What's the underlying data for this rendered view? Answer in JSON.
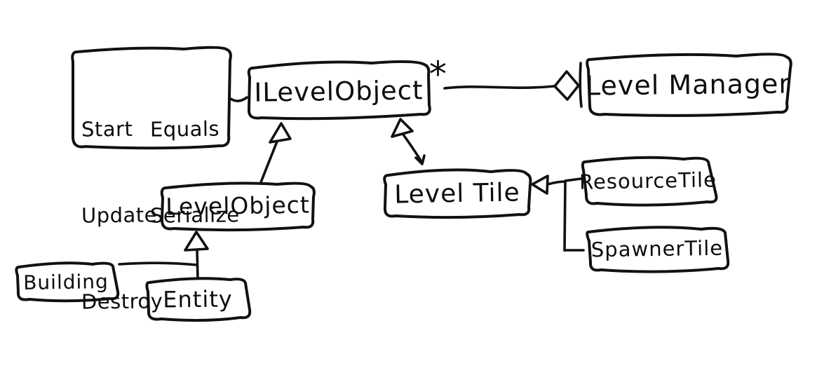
{
  "diagram": {
    "methods_note": {
      "column1": [
        "Start",
        "Update",
        "Destroy"
      ],
      "column2": [
        "Equals",
        "Serialize"
      ]
    },
    "nodes": {
      "ilevelobject": {
        "label": "ILevelObject"
      },
      "levelmanager": {
        "label": "Level Manager"
      },
      "levelobject": {
        "label": "LevelObject"
      },
      "leveltile": {
        "label": "Level Tile"
      },
      "resourcetile": {
        "label": "ResourceTile"
      },
      "spawnertile": {
        "label": "SpawnerTile"
      },
      "building": {
        "label": "Building"
      },
      "entity": {
        "label": "Entity"
      }
    },
    "multiplicity": {
      "ilevelobject_levelmanager": "*"
    },
    "edges": [
      {
        "from": "ilevelobject",
        "to": "levelmanager",
        "type": "aggregation",
        "multiplicity": "*"
      },
      {
        "from": "levelobject",
        "to": "ilevelobject",
        "type": "inheritance"
      },
      {
        "from": "leveltile",
        "to": "ilevelobject",
        "type": "inheritance"
      },
      {
        "from": "building",
        "to": "levelobject",
        "type": "inheritance"
      },
      {
        "from": "entity",
        "to": "levelobject",
        "type": "inheritance"
      },
      {
        "from": "resourcetile",
        "to": "leveltile",
        "type": "inheritance"
      },
      {
        "from": "spawnertile",
        "to": "leveltile",
        "type": "inheritance"
      },
      {
        "from": "methods_note",
        "to": "ilevelobject",
        "type": "connector"
      }
    ],
    "ink_color": "#111111",
    "background_color": "#ffffff"
  }
}
